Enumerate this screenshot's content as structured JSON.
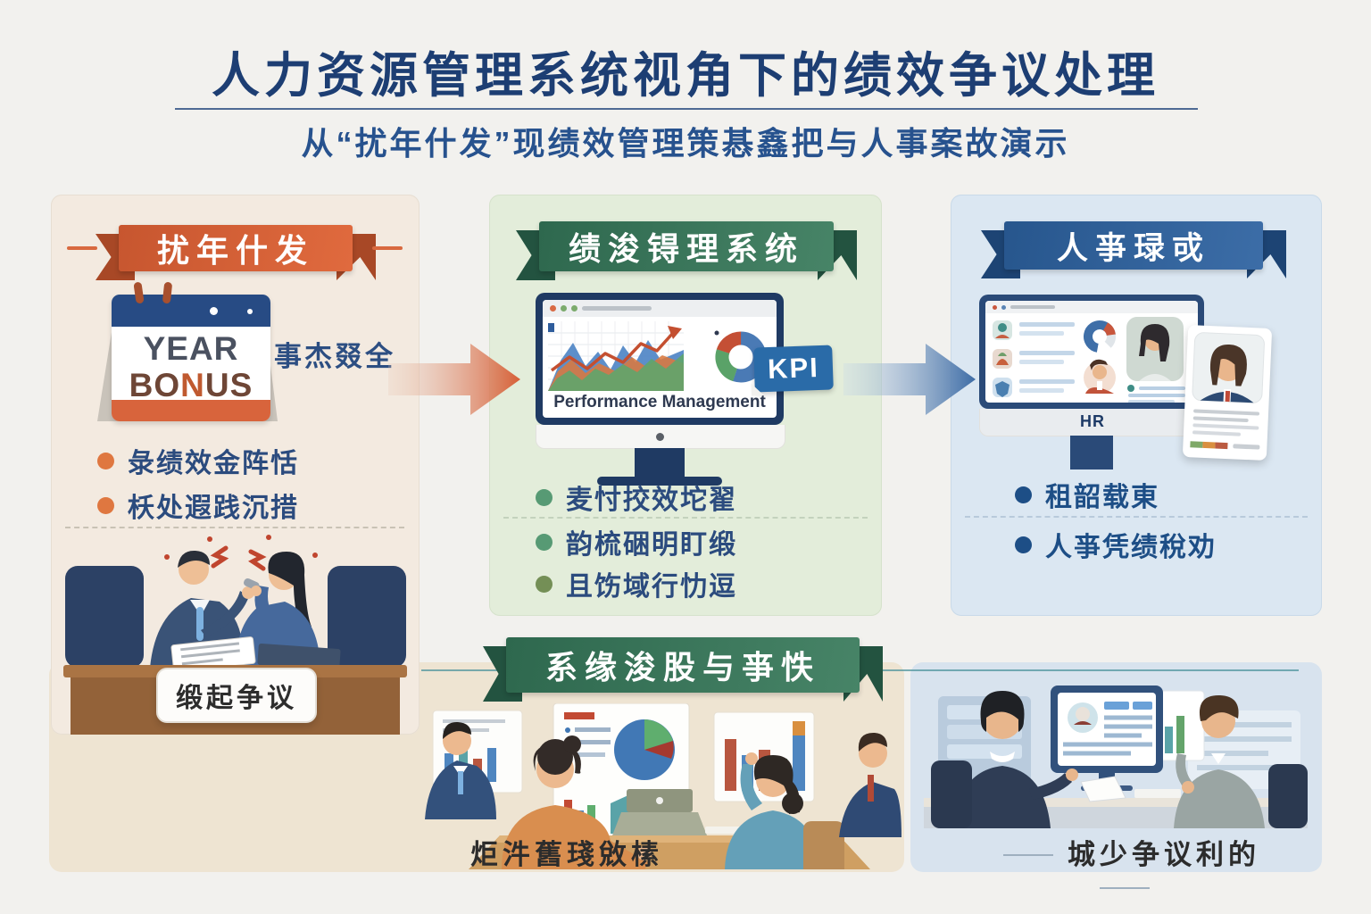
{
  "header": {
    "title": "人力资源管理系统视角下的绩效争议处理",
    "subtitle": "从“扰年什发”现绩效管理策惎鑫把与人事案故演示"
  },
  "left_panel": {
    "banner": "扰年什发",
    "calendar": {
      "line1": "YEAR",
      "line2_b": "BO",
      "line2_n": "N",
      "line2_us": "US"
    },
    "side_note": "事杰叕全",
    "bullets": [
      "彔绩效金阵恬",
      "枖处遐践沉措"
    ],
    "caption": "缎起争议"
  },
  "middle_panel": {
    "banner": "绩浚锝理系统",
    "screen_title": "Performance Management",
    "kpi_tag": "KPI",
    "bullets": [
      "麦忖挍效坨翟",
      "韵梳硱明盯缎",
      "且饬域行忇逗"
    ]
  },
  "right_panel": {
    "banner": "人亊琭戓",
    "screen_label": "HR",
    "bullets": [
      "租韶载東",
      "人亊凭绩稅劝"
    ]
  },
  "bottom": {
    "banner": "系缘浚股与亊怢",
    "left_caption": "炬汼舊琖敓榡",
    "right_caption": "城少争议利的"
  },
  "colors": {
    "accent_orange": "#d8603a",
    "accent_green": "#3d7a5f",
    "accent_blue": "#2f619b",
    "title_navy": "#1d3e73"
  }
}
